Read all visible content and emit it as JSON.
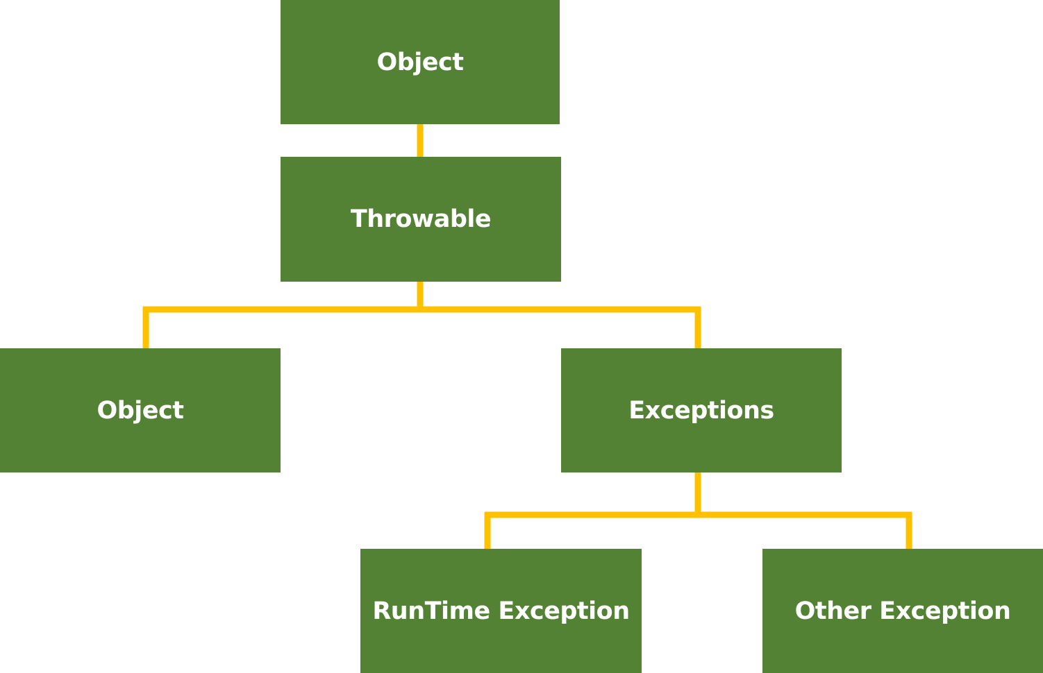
{
  "colors": {
    "node_fill": "#548235",
    "node_text": "#ffffff",
    "connector": "#FFC000"
  },
  "nodes": {
    "object_top": "Object",
    "throwable": "Throwable",
    "object_left": "Object",
    "exceptions": "Exceptions",
    "runtime_exception": "RunTime Exception",
    "other_exception": "Other Exception"
  }
}
